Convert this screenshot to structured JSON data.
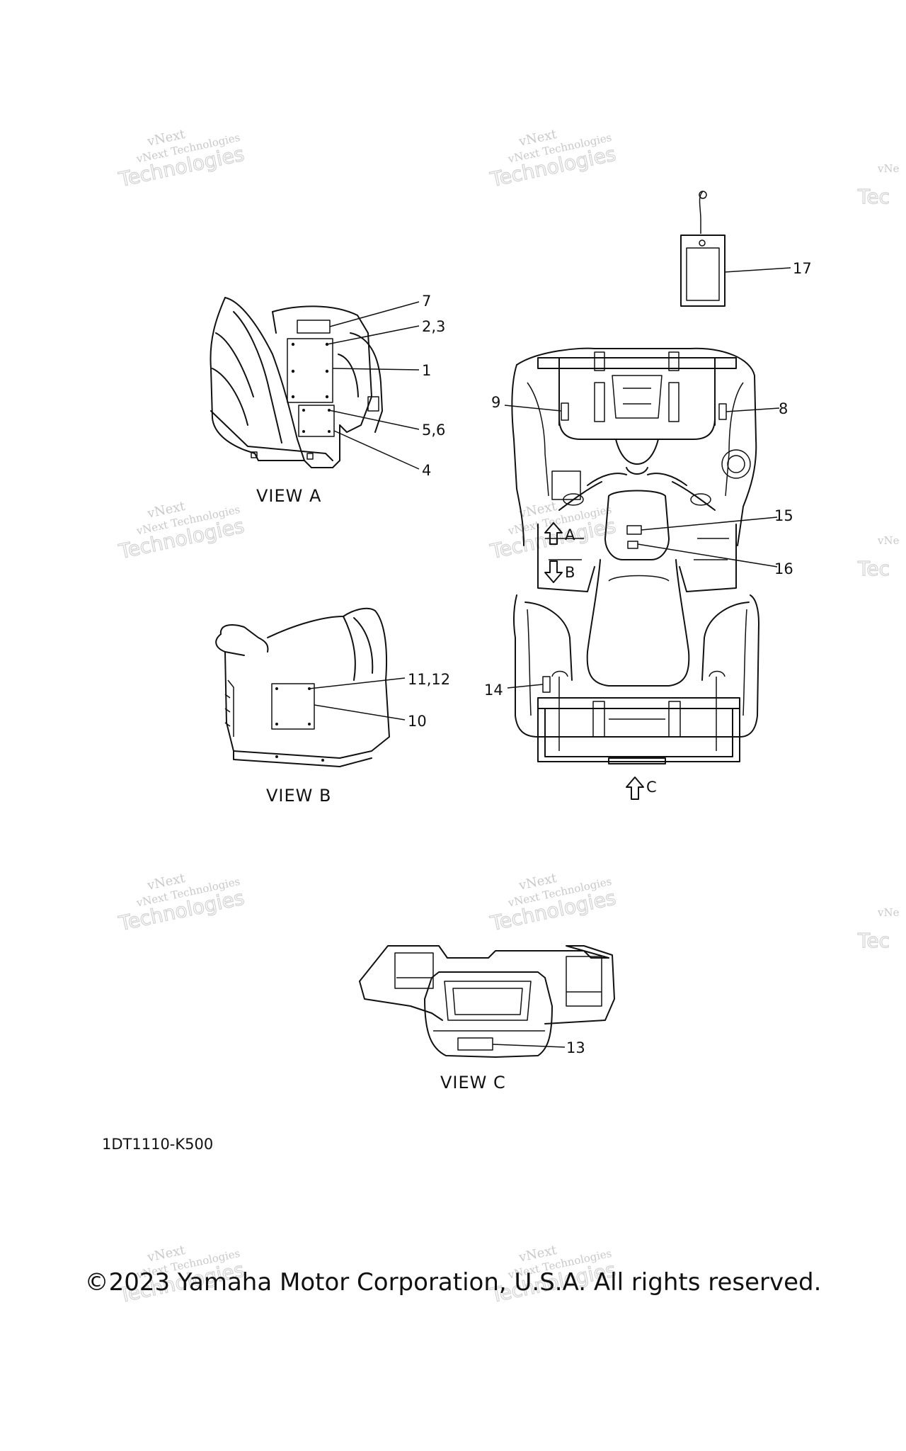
{
  "watermark": {
    "line1": "vNext",
    "line2": "vNext Technologies",
    "line3": "Technologies"
  },
  "views": {
    "a": "VIEW A",
    "b": "VIEW B",
    "c": "VIEW C"
  },
  "arrows": {
    "a": "A",
    "b": "B",
    "c": "C"
  },
  "callouts": {
    "c1": "1",
    "c2_3": "2,3",
    "c4": "4",
    "c5_6": "5,6",
    "c7": "7",
    "c8": "8",
    "c9": "9",
    "c10": "10",
    "c11_12": "11,12",
    "c13": "13",
    "c14": "14",
    "c15": "15",
    "c16": "16",
    "c17": "17"
  },
  "part_code": "1DT1110-K500",
  "copyright": "©2023 Yamaha Motor Corporation, U.S.A. All rights reserved."
}
